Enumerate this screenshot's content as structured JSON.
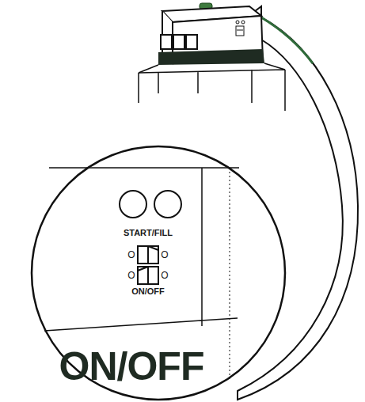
{
  "diagram": {
    "labels": [
      "START/FILL",
      "O",
      "O",
      "O",
      "O",
      "ON/OFF",
      "ON/OFF"
    ]
  }
}
